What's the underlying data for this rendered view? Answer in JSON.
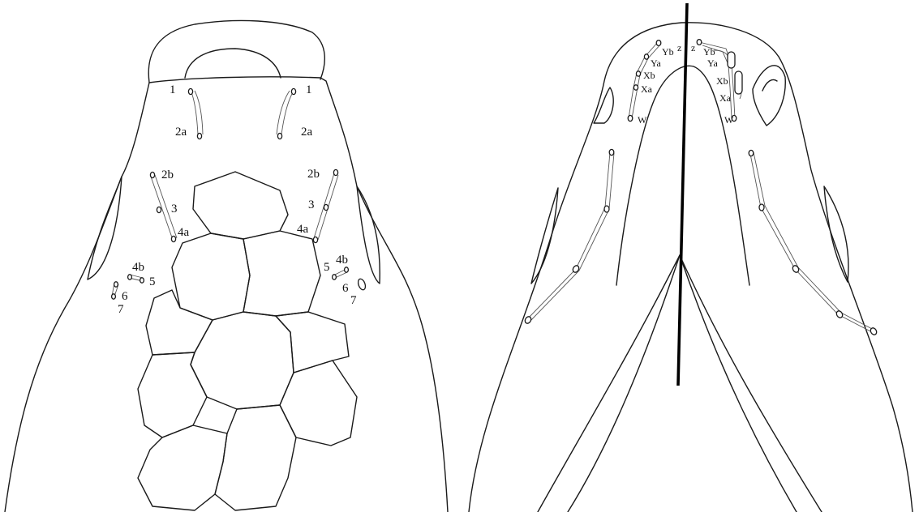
{
  "dorsal_view": {
    "labels_left": [
      "1",
      "2a",
      "2b",
      "3",
      "4a",
      "4b",
      "5",
      "6",
      "7"
    ],
    "labels_right": [
      "1",
      "2a",
      "2b",
      "3",
      "4a",
      "4b",
      "5",
      "6",
      "7"
    ]
  },
  "ventral_view": {
    "labels_left": [
      "Yb",
      "Ya",
      "Xb",
      "Xa",
      "W",
      "z"
    ],
    "labels_right": [
      "z",
      "Yb",
      "Ya",
      "Xb",
      "Xa",
      "W"
    ]
  }
}
